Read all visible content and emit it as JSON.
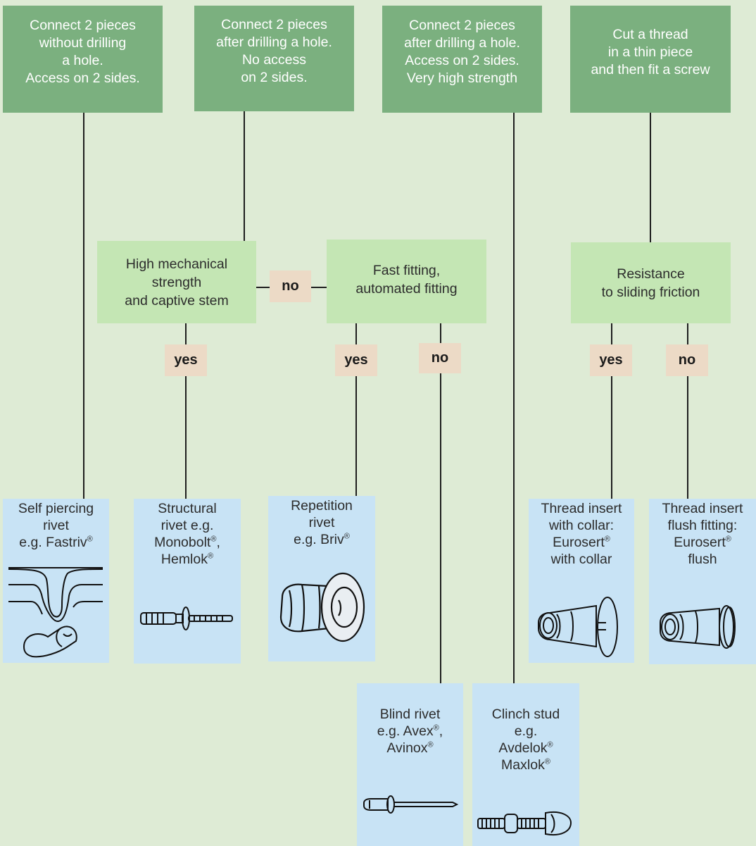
{
  "questions": {
    "q1": "Connect 2 pieces\nwithout drilling\na hole.\nAccess on 2 sides.",
    "q2": "Connect 2 pieces\nafter drilling a hole.\nNo access\non 2 sides.",
    "q3": "Connect 2 pieces\nafter drilling a hole.\nAccess on 2 sides.\nVery high strength",
    "q4": "Cut a thread\nin a thin piece\nand then fit a screw"
  },
  "decisions": {
    "d1": "High mechanical\nstrength\nand captive stem",
    "d2": "Fast fitting,\nautomated fitting",
    "d3": "Resistance\nto sliding friction"
  },
  "tags": {
    "d1_no": "no",
    "d1_yes": "yes",
    "d2_yes": "yes",
    "d2_no": "no",
    "d3_yes": "yes",
    "d3_no": "no"
  },
  "results": {
    "self_piercing": {
      "l1": "Self piercing",
      "l2": "rivet",
      "l3": "e.g. Fastriv",
      "l3_sup": "®"
    },
    "structural": {
      "l1": "Structural",
      "l2": "rivet e.g.",
      "l3": "Monobolt",
      "l3_sup": "®",
      "l3_tail": ",",
      "l4": "Hemlok",
      "l4_sup": "®"
    },
    "repetition": {
      "l1": "Repetition",
      "l2": "rivet",
      "l3": "e.g. Briv",
      "l3_sup": "®"
    },
    "insert_collar": {
      "l1": "Thread insert",
      "l2": "with collar:",
      "l3": "Eurosert",
      "l3_sup": "®",
      "l4": "with collar"
    },
    "insert_flush": {
      "l1": "Thread insert",
      "l2": "flush fitting:",
      "l3": "Eurosert",
      "l3_sup": "®",
      "l4": "flush"
    },
    "blind": {
      "l1": "Blind rivet",
      "l2": "e.g. Avex",
      "l2_sup": "®",
      "l2_tail": ",",
      "l3": "Avinox",
      "l3_sup": "®"
    },
    "clinch": {
      "l1": "Clinch stud",
      "l2": "e.g.",
      "l3": "Avdelok",
      "l3_sup": "®",
      "l4": "Maxlok",
      "l4_sup": "®"
    }
  },
  "colors": {
    "background": "#deebd5",
    "question_box": "#7bb07f",
    "decision_box": "#c4e6b4",
    "tag_box": "#ecdac6",
    "result_box": "#c8e3f5",
    "connector": "#1e1e1e"
  }
}
